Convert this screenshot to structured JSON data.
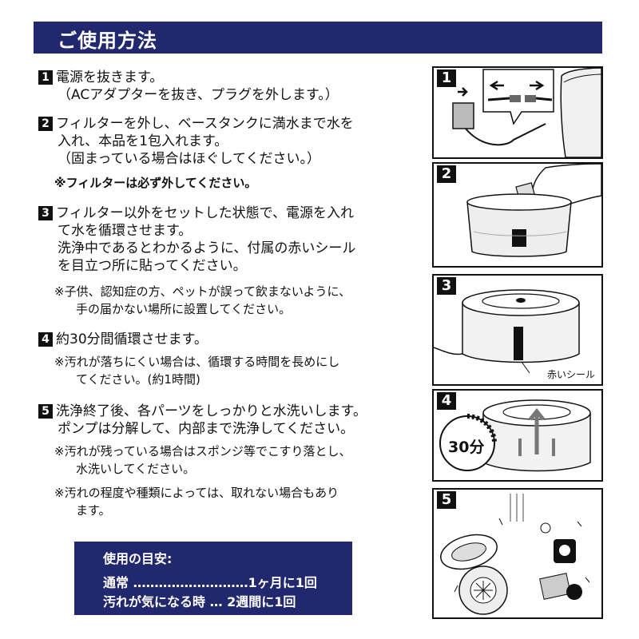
{
  "header": {
    "title": "ご使用方法"
  },
  "steps": [
    {
      "num": "1",
      "lines": [
        "電源を抜きます。",
        "（ACアダプターを抜き、プラグを外します。）"
      ]
    },
    {
      "num": "2",
      "lines": [
        "フィルターを外し、ベースタンクに満水まで水を",
        "入れ、本品を1包入れます。",
        "（固まっている場合はほぐしてください。）"
      ],
      "warning": "※フィルターは必ず外してください。"
    },
    {
      "num": "3",
      "lines": [
        "フィルター以外をセットした状態で、電源を入れ",
        "て水を循環させます。",
        "洗浄中であるとわかるように、付属の赤いシール",
        "を目立つ所に貼ってください。"
      ],
      "notes": [
        "※子供、認知症の方、ペットが誤って飲まないように、",
        "手の届かない場所に設置してください。"
      ]
    },
    {
      "num": "4",
      "lines": [
        "約30分間循環させます。"
      ],
      "notes": [
        "※汚れが落ちにくい場合は、循環する時間を長めにし",
        "てください。(約1時間)"
      ]
    },
    {
      "num": "5",
      "lines": [
        "洗浄終了後、各パーツをしっかりと水洗いします。",
        "ポンプは分解して、内部まで洗浄してください。"
      ],
      "notes": [
        "※汚れが残っている場合はスポンジ等でこすり落とし、",
        "水洗いしてください。",
        "※汚れの程度や種類によっては、取れない場合もあり",
        "ます。"
      ]
    }
  ],
  "guide": {
    "title": "使用の目安:",
    "rows": [
      "通常 ………………………1ヶ月に1回",
      "汚れが気になる時 … 2週間に1回"
    ]
  },
  "panels": [
    {
      "num": "1"
    },
    {
      "num": "2"
    },
    {
      "num": "3",
      "label": "赤いシール"
    },
    {
      "num": "4",
      "timer": "30分"
    },
    {
      "num": "5"
    }
  ],
  "colors": {
    "navy": "#22286e",
    "black": "#111111"
  }
}
